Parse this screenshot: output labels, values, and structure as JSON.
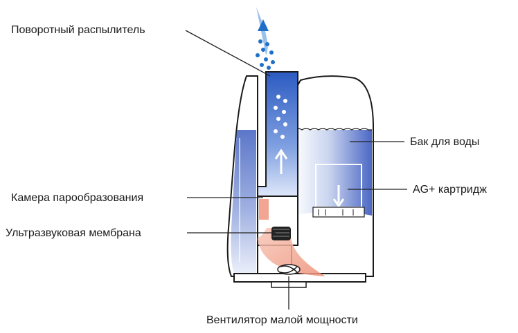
{
  "labels": {
    "rotary_sprayer": "Поворотный распылитель",
    "water_tank": "Бак для воды",
    "vapor_chamber": "Камера парообразования",
    "ag_cartridge": "AG+ картридж",
    "ultrasonic_membrane": "Ультразвуковая мембрана",
    "low_power_fan": "Вентилятор малой мощности"
  },
  "colors": {
    "water": "#4f6fc6",
    "mist": "#1f6fc9",
    "warm_air": "#f0a08c",
    "outline": "#1a1a1a",
    "leader": "#222222"
  }
}
